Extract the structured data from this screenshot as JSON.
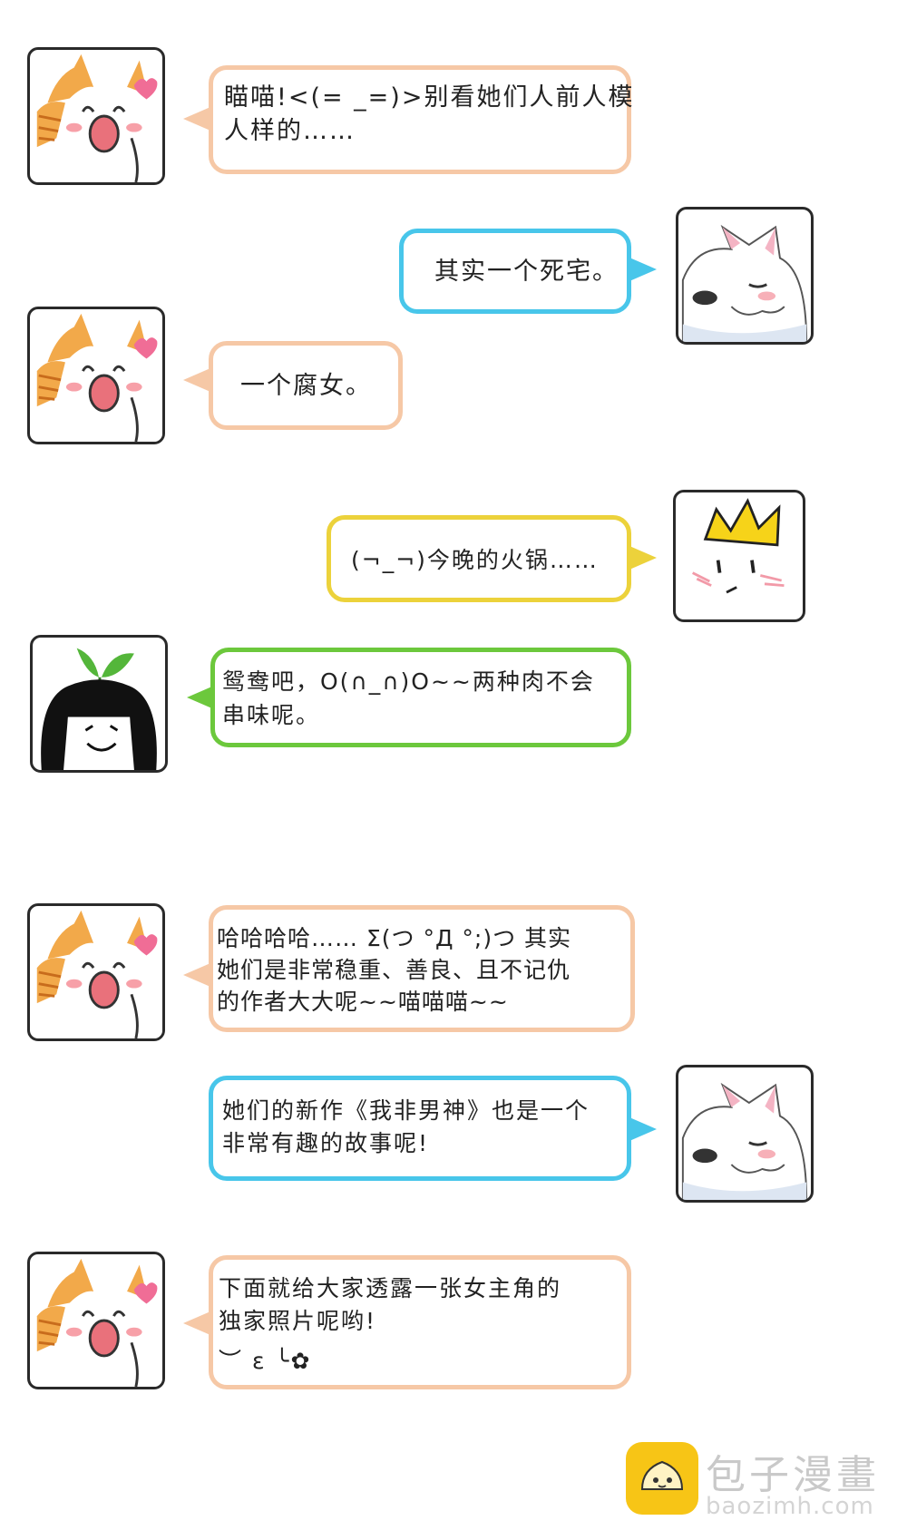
{
  "colors": {
    "peach": "#f6c8a6",
    "blue": "#48c6ea",
    "yellow": "#ecd23b",
    "green": "#6cc83c",
    "watermark_yellow": "#f7c516"
  },
  "messages": [
    {
      "speaker": "cat-icon",
      "lines": [
        "瞄喵!<(= _=)>别看她们人前人模",
        "人样的……"
      ]
    },
    {
      "speaker": "dog-icon",
      "lines": [
        "其实一个死宅。"
      ]
    },
    {
      "speaker": "cat-icon",
      "lines": [
        "一个腐女。"
      ]
    },
    {
      "speaker": "crown-face-icon",
      "lines": [
        "(¬_¬)今晚的火锅……"
      ]
    },
    {
      "speaker": "sprout-girl-icon",
      "lines": [
        "鸳鸯吧，O(∩_∩)O~~两种肉不会",
        "串味呢。"
      ]
    },
    {
      "speaker": "cat-icon",
      "lines": [
        "哈哈哈哈…… Σ(つ °Д °;)つ 其实",
        "她们是非常稳重、善良、且不记仇",
        "的作者大大呢~~喵喵喵~~"
      ]
    },
    {
      "speaker": "dog-icon",
      "lines": [
        "她们的新作《我非男神》也是一个",
        "非常有趣的故事呢!"
      ]
    },
    {
      "speaker": "cat-icon",
      "lines": [
        "下面就给大家透露一张女主角的",
        "独家照片呢哟!",
        "︶ ε ╰✿"
      ]
    }
  ],
  "watermark": {
    "text": "包子漫畫",
    "url": "baozimh.com",
    "icon": "bun-logo-icon"
  }
}
